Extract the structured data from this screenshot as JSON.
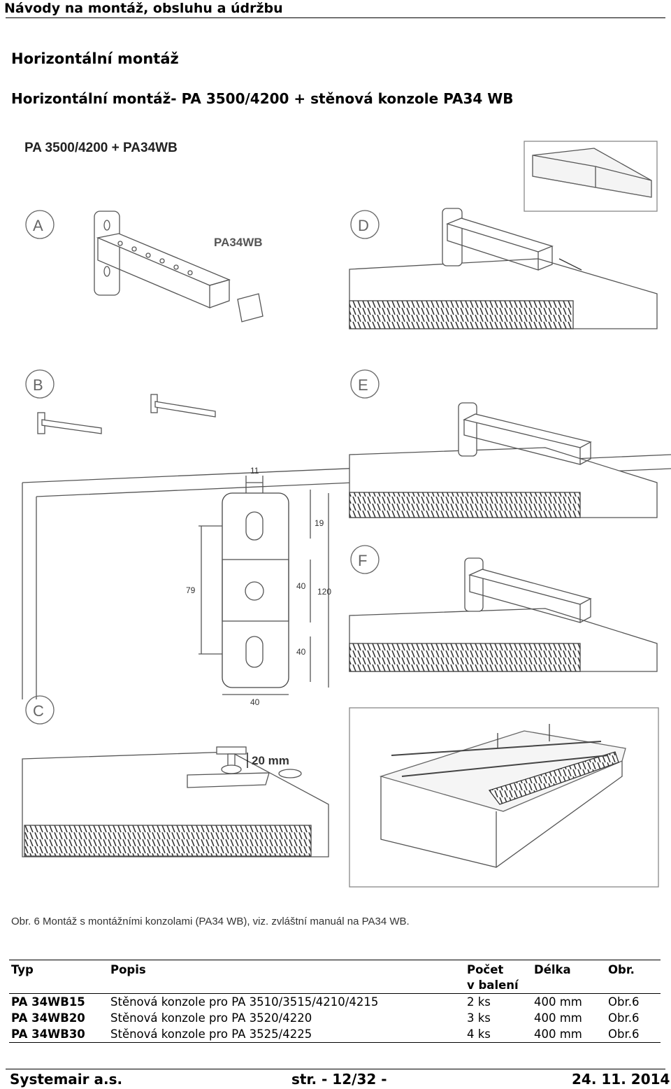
{
  "header": {
    "title": "Návody na montáž, obsluhu a údržbu"
  },
  "heading1": "Horizontální montáž",
  "heading2": "Horizontální montáž- PA 3500/4200 + stěnová konzole PA34 WB",
  "figure": {
    "title": "PA 3500/4200 + PA34WB",
    "product_label": "PA34WB",
    "panel_labels": [
      "A",
      "B",
      "C",
      "D",
      "E",
      "F"
    ],
    "dimensions": {
      "d11": "11",
      "d19": "19",
      "d79": "79",
      "d40a": "40",
      "d40b": "40",
      "d120": "120",
      "d40c": "40"
    },
    "gap_label": "20 mm"
  },
  "caption": "Obr. 6 Montáž s montážními konzolami (PA34 WB), viz. zvláštní manuál na PA34 WB.",
  "table": {
    "headers": {
      "typ": "Typ",
      "popis": "Popis",
      "pocet1": "Počet",
      "pocet2": "v balení",
      "delka": "Délka",
      "obr": "Obr."
    },
    "rows": [
      {
        "typ": "PA 34WB15",
        "popis": "Stěnová konzole pro PA 3510/3515/4210/4215",
        "pocet": "2 ks",
        "delka": "400 mm",
        "obr": "Obr.6"
      },
      {
        "typ": "PA 34WB20",
        "popis": "Stěnová konzole pro PA 3520/4220",
        "pocet": "3 ks",
        "delka": "400 mm",
        "obr": "Obr.6"
      },
      {
        "typ": "PA 34WB30",
        "popis": "Stěnová konzole pro PA 3525/4225",
        "pocet": "4 ks",
        "delka": "400 mm",
        "obr": "Obr.6"
      }
    ]
  },
  "footer": {
    "company": "Systemair a.s.",
    "page": "str. - 12/32 -",
    "date": "24. 11. 2014"
  }
}
